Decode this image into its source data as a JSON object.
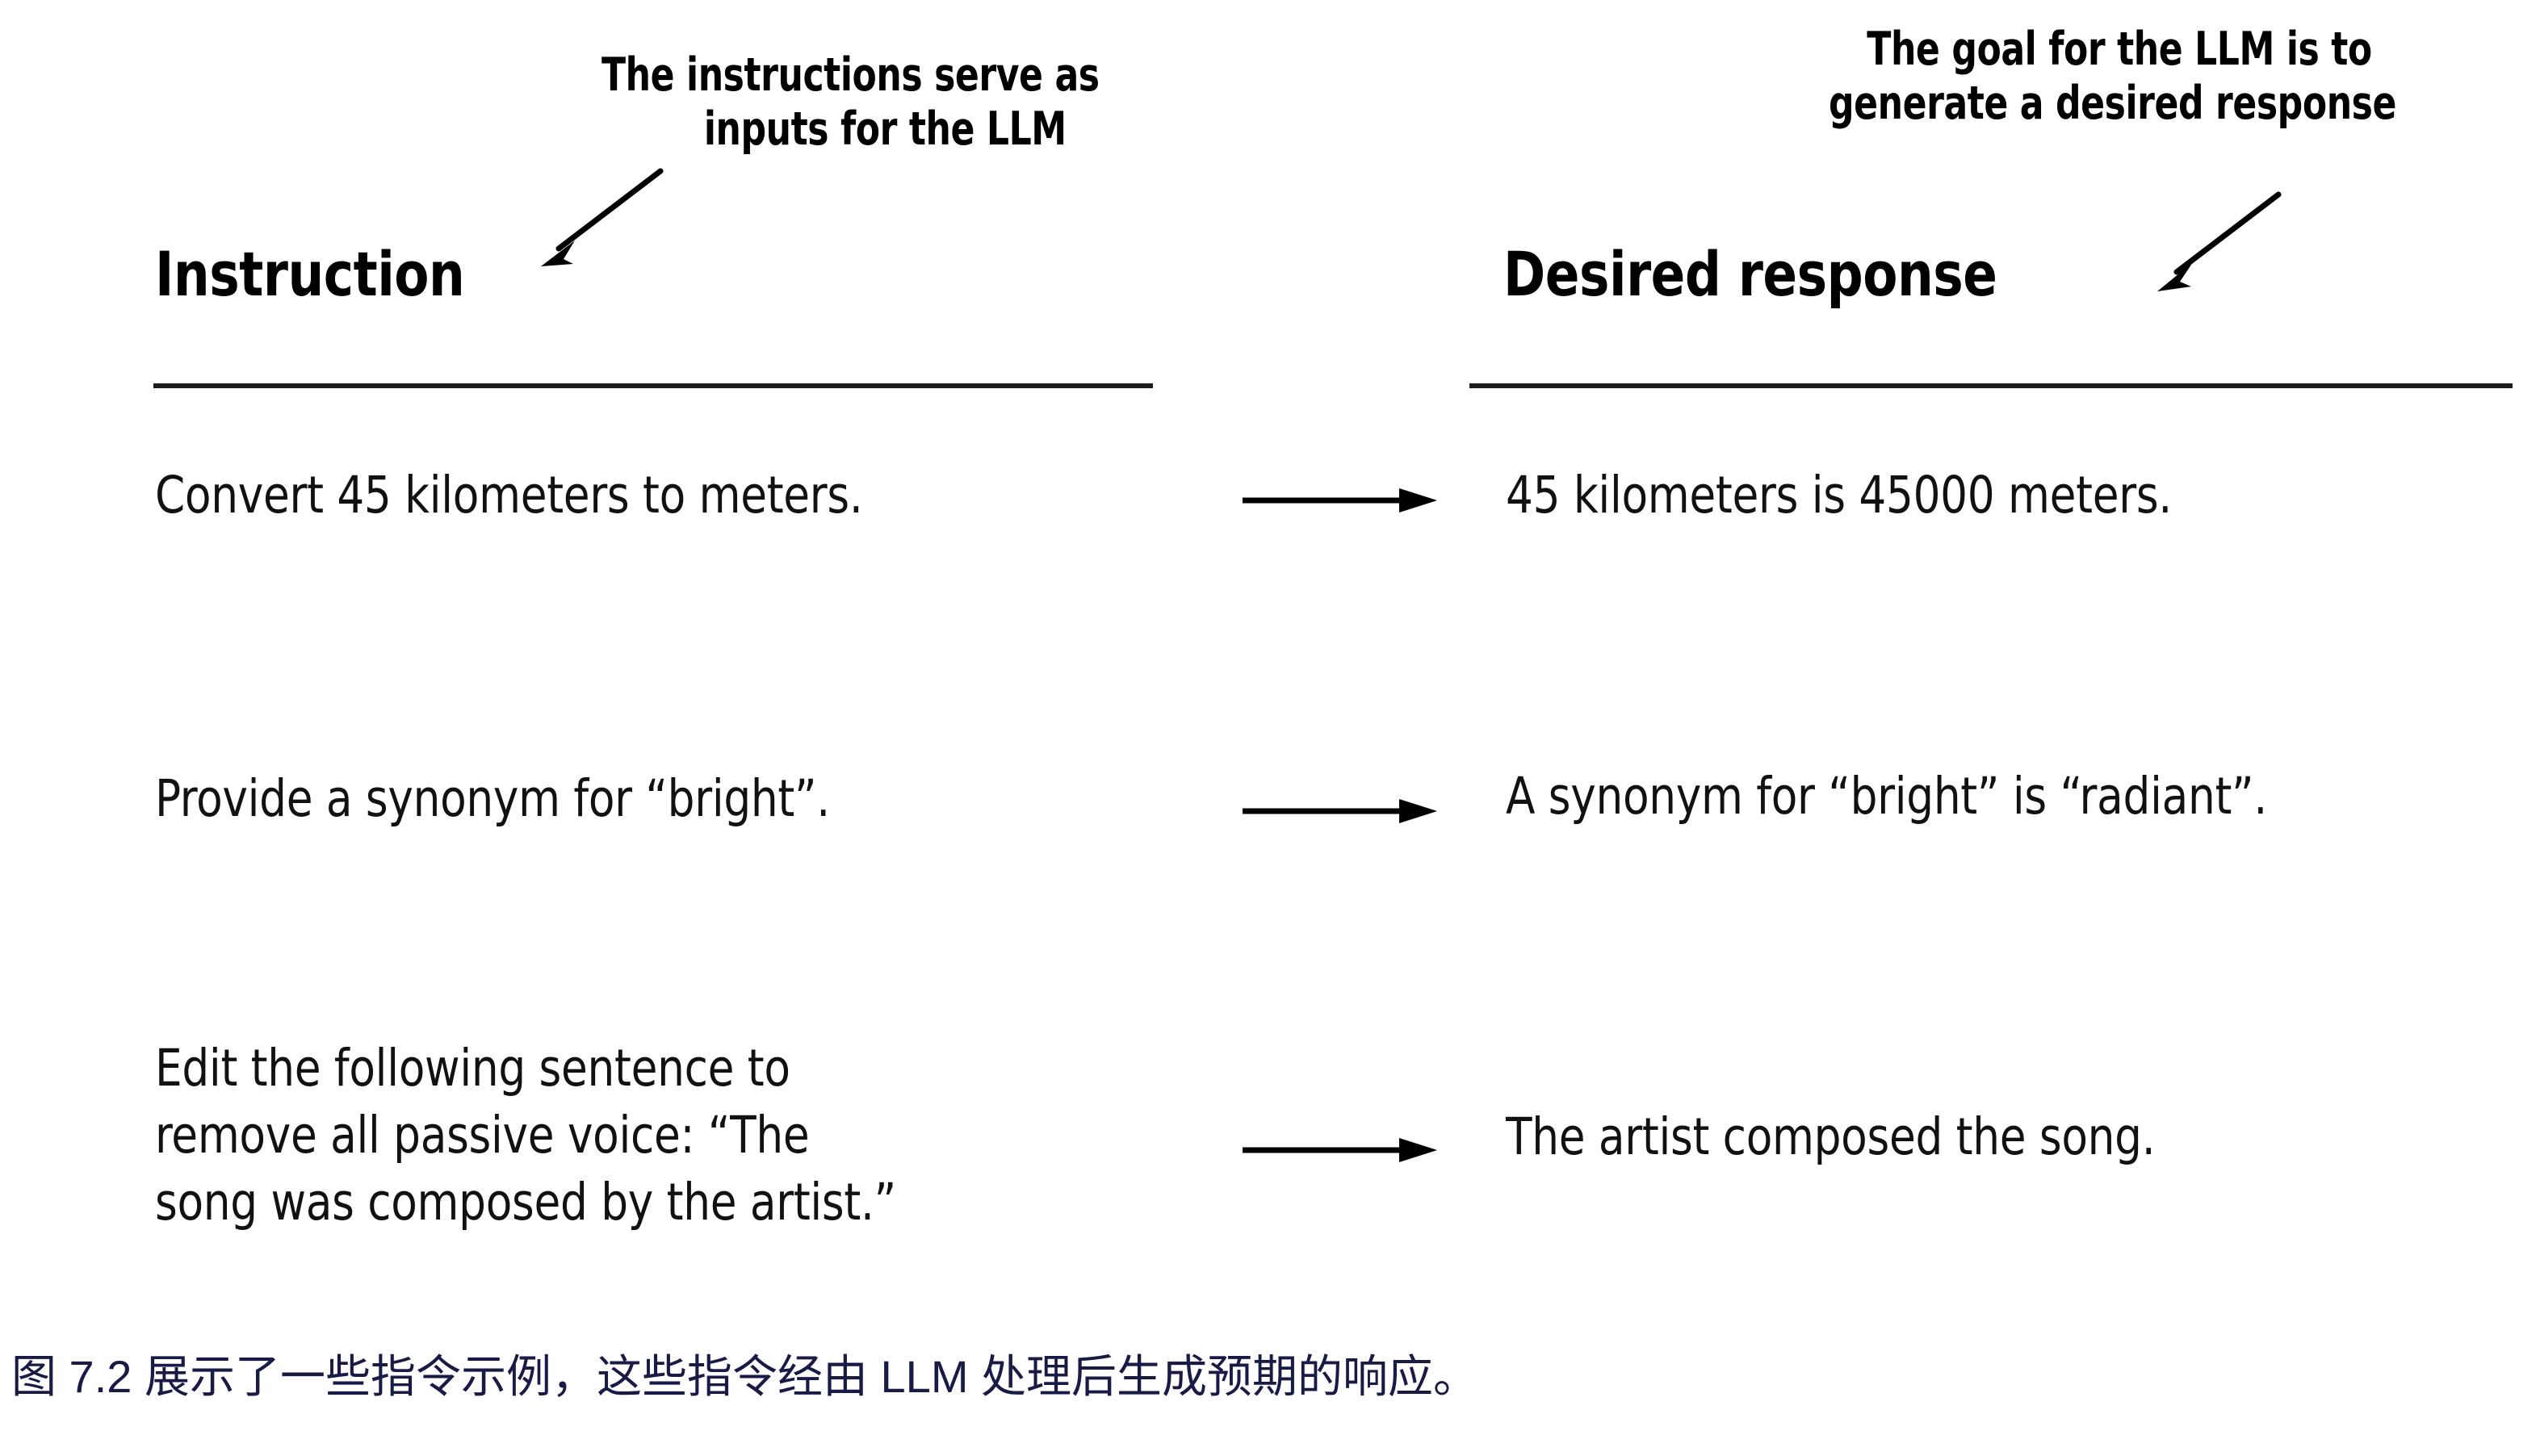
{
  "figure": {
    "annotations": [
      {
        "name": "instruction-callout",
        "lines": [
          "The instructions serve as",
          "inputs for the LLM"
        ],
        "arrow": "diagonal-down-left-arrow"
      },
      {
        "name": "response-callout",
        "lines": [
          "The goal for the LLM is to",
          "generate a desired response"
        ],
        "arrow": "diagonal-down-left-arrow"
      }
    ],
    "columns": {
      "left_heading": "Instruction",
      "right_heading": "Desired response"
    },
    "rows": [
      {
        "instruction": "Convert 45 kilometers to meters.",
        "response": "45 kilometers is 45000 meters.",
        "connector": "right-arrow"
      },
      {
        "instruction": "Provide a synonym for “bright”.",
        "response": "A synonym for “bright” is “radiant”.",
        "connector": "right-arrow"
      },
      {
        "instruction": "Edit the following sentence to\nremove all passive voice: “The\nsong was composed by the artist.”",
        "response": "The artist composed the song.",
        "connector": "right-arrow"
      }
    ]
  },
  "caption": {
    "text": "图 7.2 展示了一些指令示例，这些指令经由 LLM 处理后生成预期的响应。"
  },
  "colors": {
    "ink": "#000000",
    "body_text": "#111111",
    "rule": "#1b1b1b",
    "caption_navy": "#191a45",
    "background": "#ffffff"
  }
}
